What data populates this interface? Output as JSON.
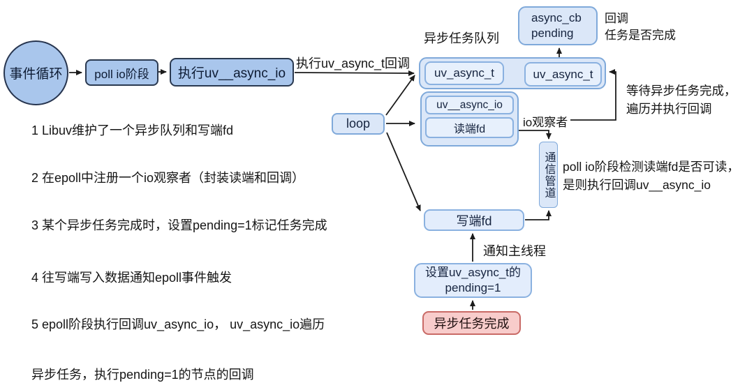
{
  "diagram": {
    "event_loop": "事件循环",
    "poll_io_stage": "poll io阶段",
    "exec_uv_async_io": "执行uv__async_io",
    "exec_cb_arrow_label": "执行uv_async_t回调",
    "queue_title": "异步任务队列",
    "async_cb_line1": "async_cb",
    "async_cb_line2": "pending",
    "callback_note_line1": "回调",
    "callback_note_line2": "任务是否完成",
    "uv_async_t_1": "uv_async_t",
    "uv_async_t_2": "uv_async_t",
    "wait_note_line1": "等待异步任务完成，",
    "wait_note_line2": "遍历并执行回调",
    "loop": "loop",
    "io_watcher_uv_async_io": "uv__async_io",
    "io_watcher_read_fd": "读端fd",
    "io_watcher_label": "io观察者",
    "pipe_label": "通信管道",
    "poll_note_line1": "poll io阶段检测读端fd是否可读，",
    "poll_note_line2": "是则执行回调uv__async_io",
    "write_fd": "写端fd",
    "notify_main_thread": "通知主线程",
    "set_pending_line1": "设置uv_async_t的",
    "set_pending_line2": "pending=1",
    "async_task_done": "异步任务完成"
  },
  "notes": [
    "1 Libuv维护了一个异步队列和写端fd",
    "2 在epoll中注册一个io观察者（封装读端和回调）",
    "3 某个异步任务完成时，设置pending=1标记任务完成",
    "4 往写端写入数据通知epoll事件触发",
    "5 epoll阶段执行回调uv_async_io， uv_async_io遍历",
    "异步任务，执行pending=1的节点的回调"
  ],
  "colors": {
    "node_dark_fill": "#a9c6ec",
    "node_light_fill": "#dbe7f8",
    "node_border_blue": "#7fa9da",
    "pink_fill": "#f8cccb",
    "pink_border": "#c96a66",
    "arrow": "#1b1b1b"
  }
}
